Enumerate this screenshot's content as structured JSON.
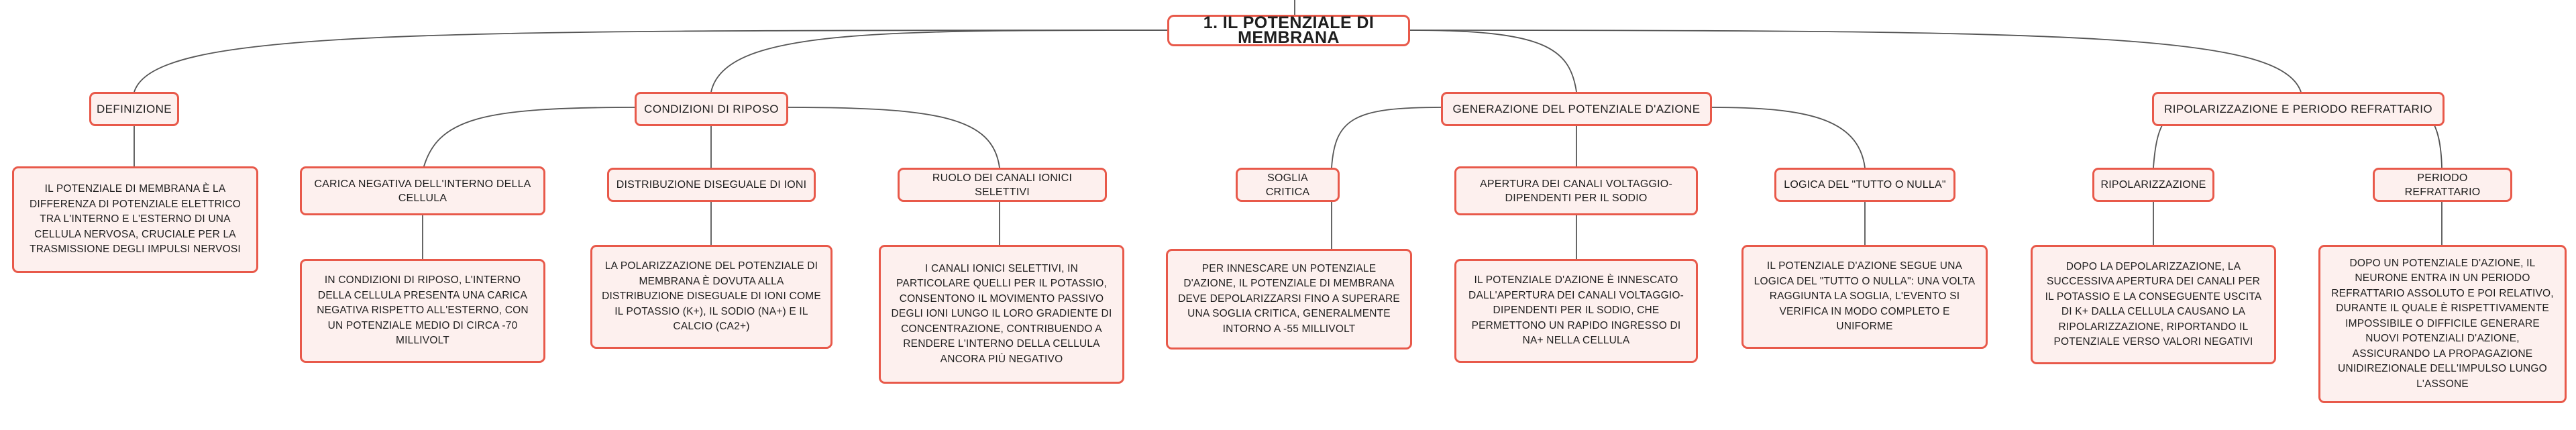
{
  "colors": {
    "node_border": "#e8594a",
    "node_fill": "#fdf0ee",
    "root_fill": "#ffffff",
    "connector": "#555555",
    "text": "#1e1e1e"
  },
  "root": {
    "label": "1. IL POTENZIALE DI MEMBRANA"
  },
  "branches": [
    {
      "label": "DEFINIZIONE",
      "children": [
        {
          "label": "IL POTENZIALE DI MEMBRANA È LA DIFFERENZA DI POTENZIALE ELETTRICO TRA L'INTERNO E L'ESTERNO DI UNA CELLULA NERVOSA, CRUCIALE PER LA TRASMISSIONE DEGLI IMPULSI NERVOSI"
        }
      ]
    },
    {
      "label": "CONDIZIONI DI RIPOSO",
      "children": [
        {
          "label": "CARICA NEGATIVA DELL'INTERNO DELLA CELLULA",
          "detail": "IN CONDIZIONI DI RIPOSO, L'INTERNO DELLA CELLULA PRESENTA UNA CARICA NEGATIVA RISPETTO ALL'ESTERNO, CON UN POTENZIALE MEDIO DI CIRCA -70 MILLIVOLT"
        },
        {
          "label": "DISTRIBUZIONE DISEGUALE DI IONI",
          "detail": "LA POLARIZZAZIONE DEL POTENZIALE DI MEMBRANA È DOVUTA ALLA DISTRIBUZIONE DISEGUALE DI IONI COME IL POTASSIO (K+), IL SODIO (NA+) E IL CALCIO (CA2+)"
        },
        {
          "label": "RUOLO DEI CANALI IONICI SELETTIVI",
          "detail": "I CANALI IONICI SELETTIVI, IN PARTICOLARE QUELLI PER IL POTASSIO, CONSENTONO IL MOVIMENTO PASSIVO DEGLI IONI LUNGO IL LORO GRADIENTE DI CONCENTRAZIONE, CONTRIBUENDO A RENDERE L'INTERNO DELLA CELLULA ANCORA PIÙ NEGATIVO"
        }
      ]
    },
    {
      "label": "GENERAZIONE DEL POTENZIALE D'AZIONE",
      "children": [
        {
          "label": "SOGLIA CRITICA",
          "detail": "PER INNESCARE UN POTENZIALE D'AZIONE, IL POTENZIALE DI MEMBRANA DEVE DEPOLARIZZARSI FINO A SUPERARE UNA SOGLIA CRITICA, GENERALMENTE INTORNO A -55 MILLIVOLT"
        },
        {
          "label": "APERTURA DEI CANALI VOLTAGGIO-DIPENDENTI PER IL SODIO",
          "detail": "IL POTENZIALE D'AZIONE È INNESCATO DALL'APERTURA DEI CANALI VOLTAGGIO-DIPENDENTI PER IL SODIO, CHE PERMETTONO UN RAPIDO INGRESSO DI NA+ NELLA CELLULA"
        },
        {
          "label": "LOGICA DEL \"TUTTO O NULLA\"",
          "detail": "IL POTENZIALE D'AZIONE SEGUE UNA LOGICA DEL \"TUTTO O NULLA\": UNA VOLTA RAGGIUNTA LA SOGLIA, L'EVENTO SI VERIFICA IN MODO COMPLETO E UNIFORME"
        }
      ]
    },
    {
      "label": "RIPOLARIZZAZIONE E PERIODO REFRATTARIO",
      "children": [
        {
          "label": "RIPOLARIZZAZIONE",
          "detail": "DOPO LA DEPOLARIZZAZIONE, LA SUCCESSIVA APERTURA DEI CANALI PER IL POTASSIO E LA CONSEGUENTE USCITA DI K+ DALLA CELLULA CAUSANO LA RIPOLARIZZAZIONE, RIPORTANDO IL POTENZIALE VERSO VALORI NEGATIVI"
        },
        {
          "label": "PERIODO REFRATTARIO",
          "detail": "DOPO UN POTENZIALE D'AZIONE, IL NEURONE ENTRA IN UN PERIODO REFRATTARIO ASSOLUTO E POI RELATIVO, DURANTE IL QUALE È RISPETTIVAMENTE IMPOSSIBILE O DIFFICILE GENERARE NUOVI POTENZIALI D'AZIONE, ASSICURANDO LA PROPAGAZIONE UNIDIREZIONALE DELL'IMPULSO LUNGO L'ASSONE"
        }
      ]
    }
  ]
}
